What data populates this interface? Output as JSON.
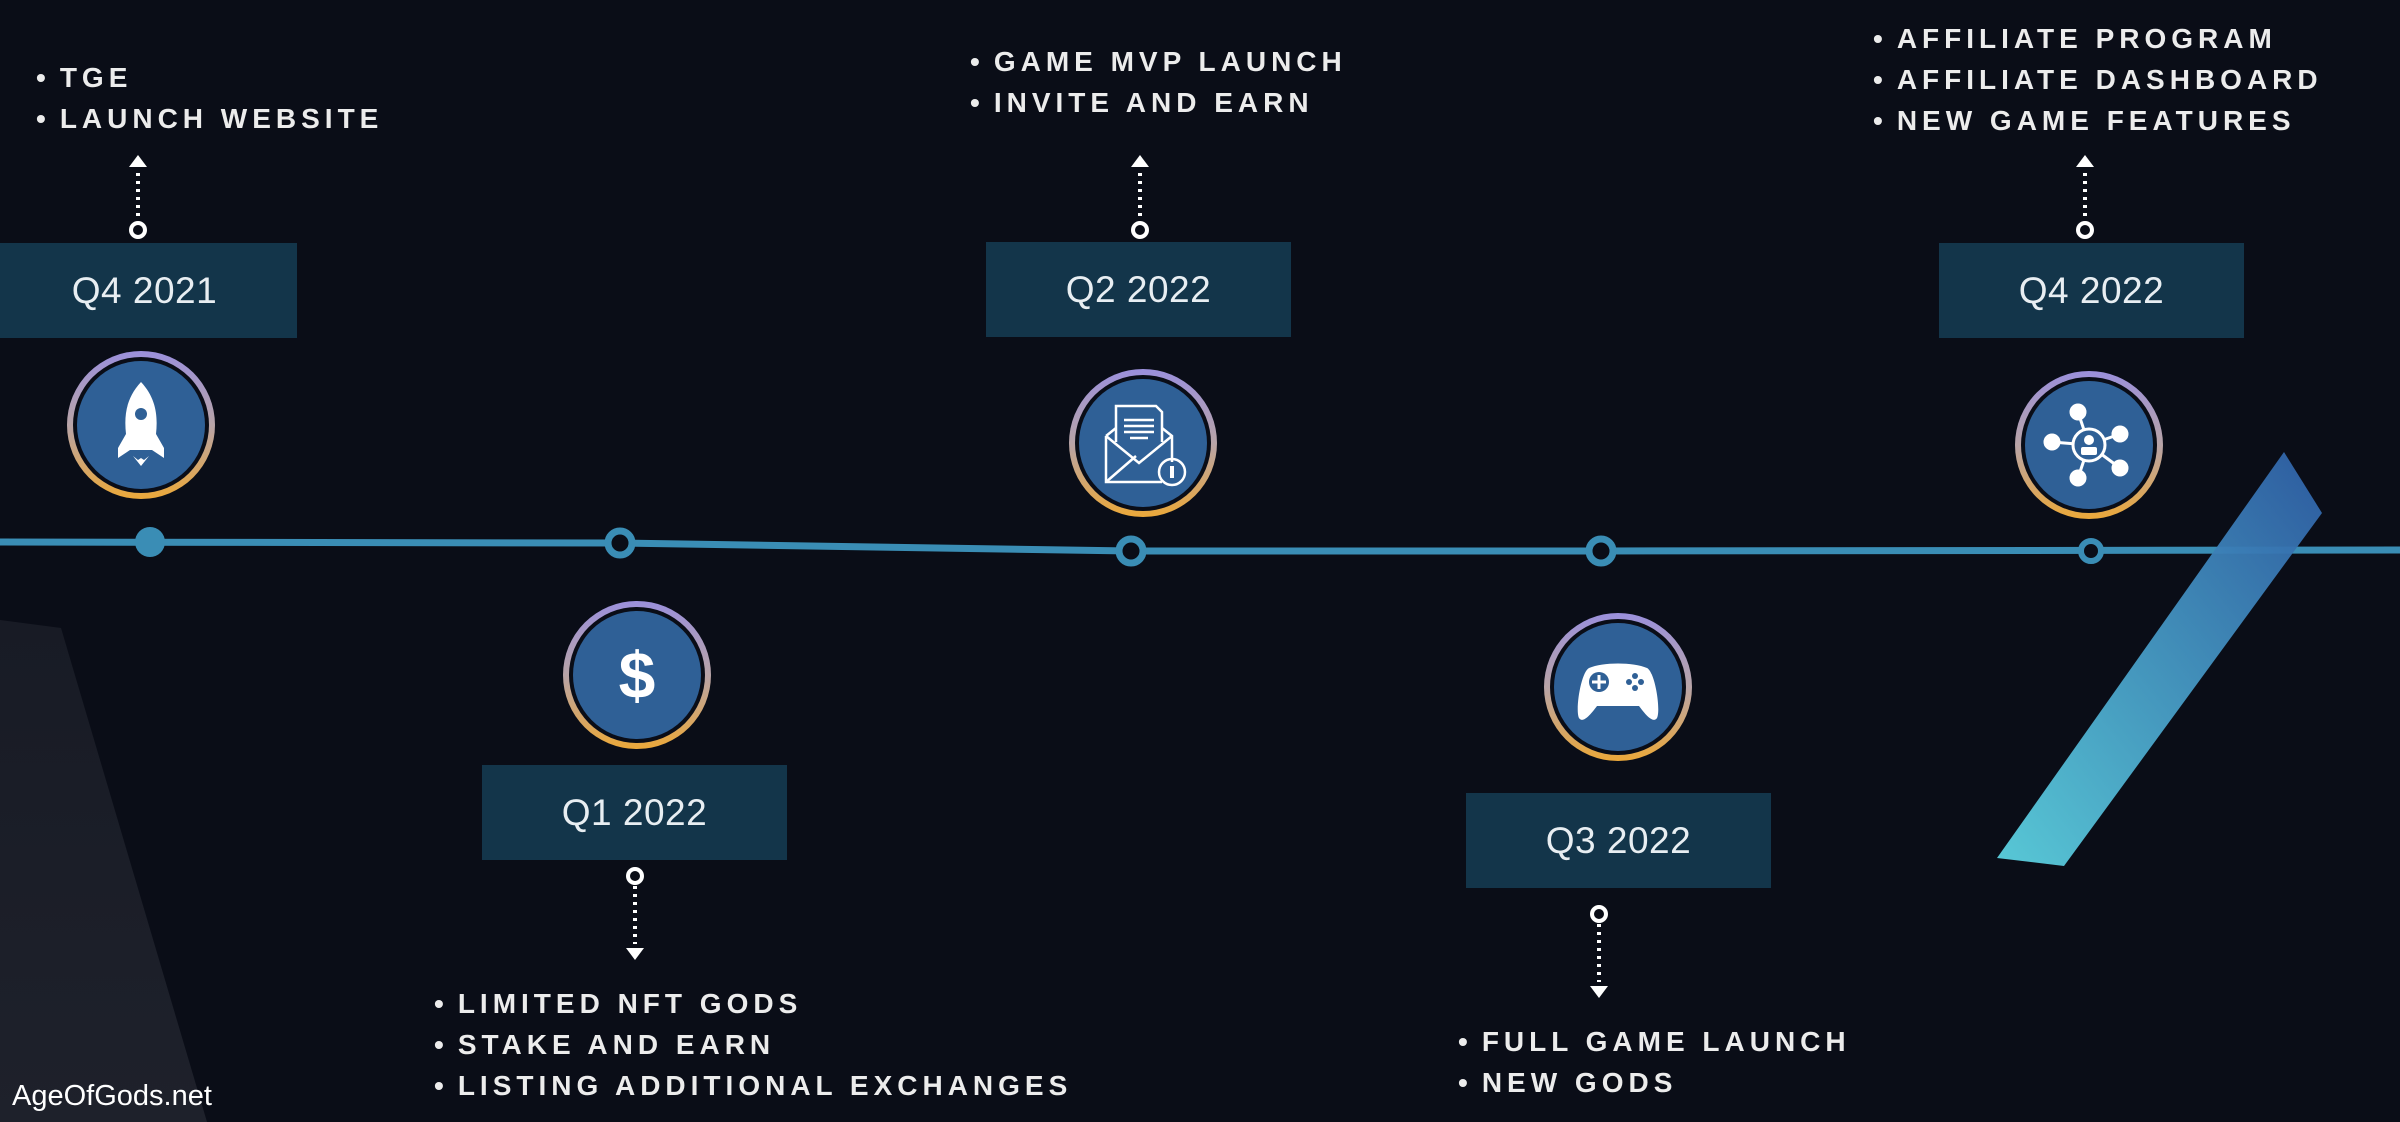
{
  "milestones": [
    {
      "quarter": "Q4 2021",
      "icon": "rocket-icon",
      "items": [
        "TGE",
        "LAUNCH WEBSITE"
      ]
    },
    {
      "quarter": "Q1 2022",
      "icon": "dollar-icon",
      "items": [
        "LIMITED NFT GODS",
        "STAKE AND EARN",
        "LISTING ADDITIONAL EXCHANGES"
      ]
    },
    {
      "quarter": "Q2 2022",
      "icon": "mail-invite-icon",
      "items": [
        "GAME MVP LAUNCH",
        "INVITE AND EARN"
      ]
    },
    {
      "quarter": "Q3 2022",
      "icon": "gamepad-icon",
      "items": [
        "FULL GAME LAUNCH",
        "NEW GODS"
      ]
    },
    {
      "quarter": "Q4 2022",
      "icon": "network-icon",
      "items": [
        "AFFILIATE PROGRAM",
        "AFFILIATE DASHBOARD",
        "NEW GAME FEATURES"
      ]
    }
  ],
  "watermark": "AgeOfGods.net",
  "colors": {
    "background": "#0a0d17",
    "box": "#13354a",
    "timeline": "#3a8db5",
    "icon_fill": "#2f6096",
    "ring_top": "#9b90dc",
    "ring_bottom": "#eba83a"
  }
}
